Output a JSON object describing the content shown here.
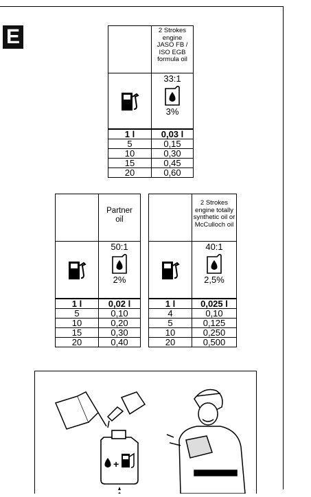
{
  "section_letter": "E",
  "tables": {
    "jaso": {
      "header": [
        "2 Strokes",
        "engine",
        "JASO FB /",
        "ISO EGB",
        "formula oil"
      ],
      "ratio": "33:1",
      "percent": "3%",
      "rows": [
        [
          "1 l",
          "0,03 l"
        ],
        [
          "5",
          "0,15"
        ],
        [
          "10",
          "0,30"
        ],
        [
          "15",
          "0,45"
        ],
        [
          "20",
          "0,60"
        ]
      ]
    },
    "partner": {
      "header": [
        "Partner",
        "oil"
      ],
      "ratio": "50:1",
      "percent": "2%",
      "rows": [
        [
          "1 l",
          "0,02 l"
        ],
        [
          "5",
          "0,10"
        ],
        [
          "10",
          "0,20"
        ],
        [
          "15",
          "0,30"
        ],
        [
          "20",
          "0,40"
        ]
      ]
    },
    "synthetic": {
      "header": [
        "2 Strokes",
        "engine totally",
        "synthetic oil or",
        "McCulloch oil"
      ],
      "ratio": "40:1",
      "percent": "2,5%",
      "rows": [
        [
          "1 l",
          "0,025 l"
        ],
        [
          "4",
          "0,10"
        ],
        [
          "5",
          "0,125"
        ],
        [
          "10",
          "0,250"
        ],
        [
          "20",
          "0,500"
        ]
      ]
    }
  }
}
